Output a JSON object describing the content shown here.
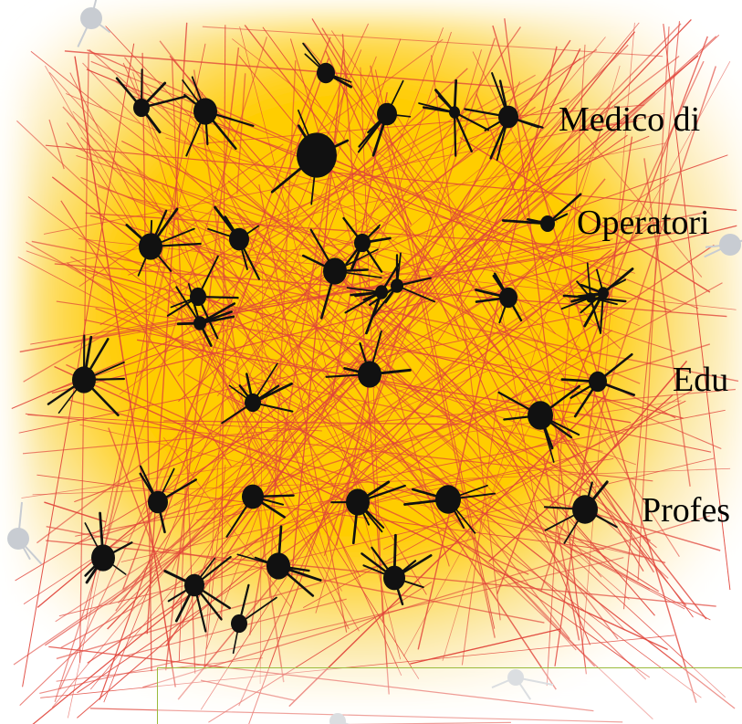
{
  "labels": [
    "Medico di",
    "Operatori",
    "Edu",
    "Profes"
  ],
  "colors": {
    "background_glow": "#ffd21c",
    "link_lines": "#e0443a",
    "nodes": "#111111",
    "faded_nodes": "#c8ccd2",
    "box_border": "#9bbb3c"
  }
}
